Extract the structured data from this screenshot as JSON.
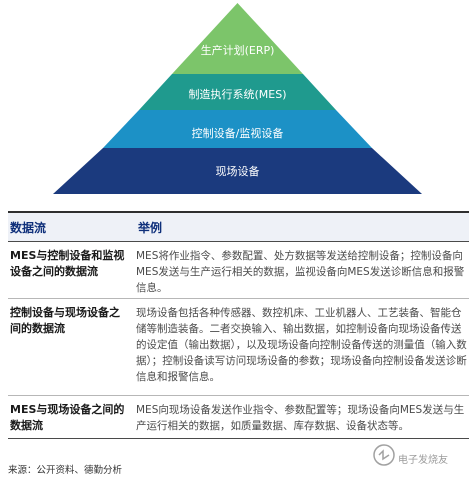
{
  "pyramid": {
    "tiers": [
      {
        "label": "生产计划(ERP)",
        "color": "#7cc56a"
      },
      {
        "label": "制造执行系统(MES)",
        "color": "#1f9a8e"
      },
      {
        "label": "控制设备/监视设备",
        "color": "#1c91c6"
      },
      {
        "label": "现场设备",
        "color": "#1b3a7e"
      }
    ]
  },
  "table": {
    "header": {
      "col1": "数据流",
      "col2": "举例"
    },
    "rows": [
      {
        "flow": "MES与控制设备和监视设备之间的数据流",
        "example": "MES将作业指令、参数配置、处方数据等发送给控制设备；控制设备向MES发送与生产运行相关的数据，监视设备向MES发送诊断信息和报警信息。"
      },
      {
        "flow": "控制设备与现场设备之间的数据流",
        "example": "现场设备包括各种传感器、数控机床、工业机器人、工艺装备、智能仓储等制造装备。二者交换输入、输出数据，如控制设备向现场设备传送的设定值（输出数据），以及现场设备向控制设备传送的测量值（输入数据）；控制设备读写访问现场设备的参数；现场设备向控制设备发送诊断信息和报警信息。"
      },
      {
        "flow": "MES与现场设备之间的数据流",
        "example": "MES向现场设备发送作业指令、参数配置等；现场设备向MES发送与生产运行相关的数据，如质量数据、库存数据、设备状态等。"
      }
    ]
  },
  "source": "来源：公开资料、德勤分析",
  "watermark": {
    "text": "电子发烧友"
  }
}
